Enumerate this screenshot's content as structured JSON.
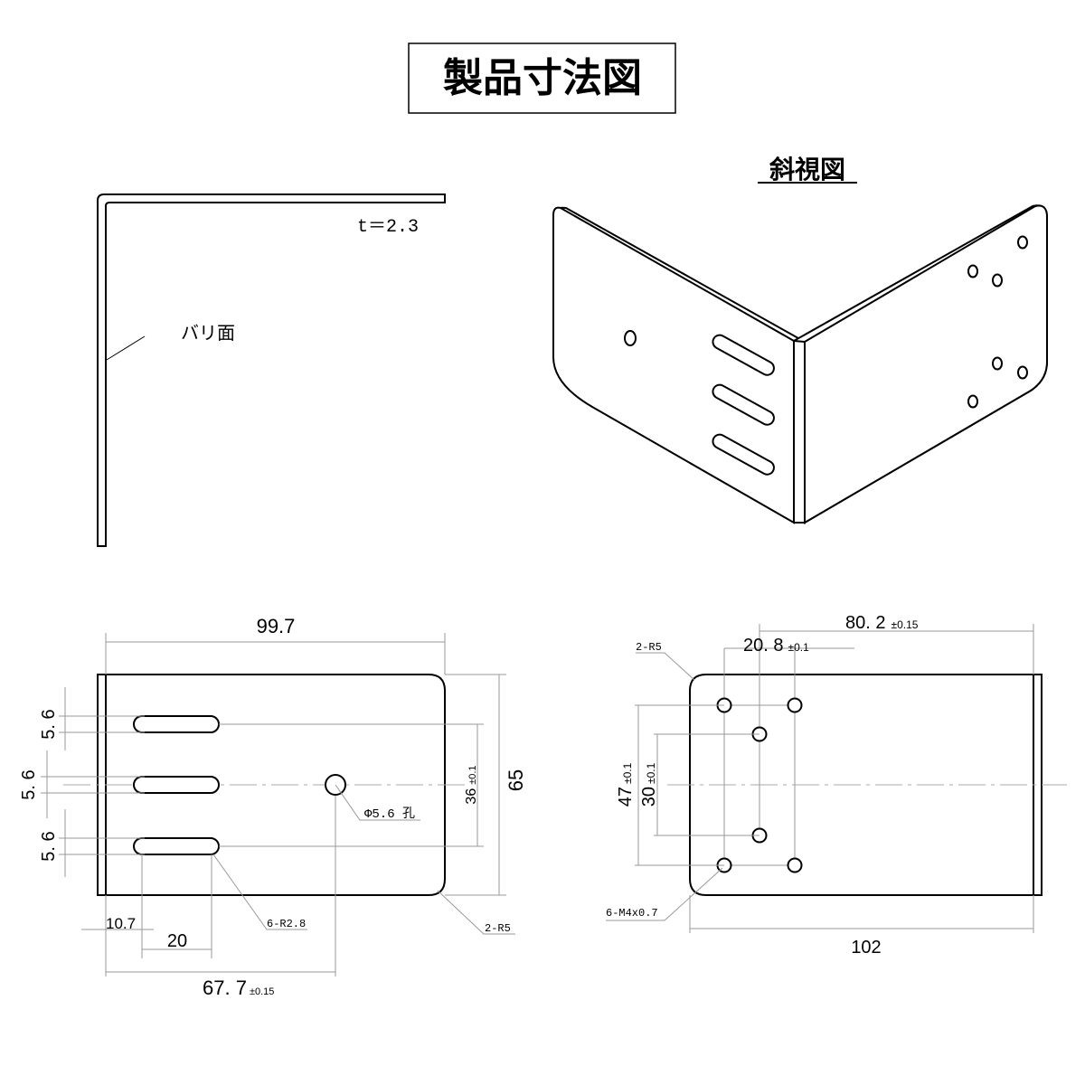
{
  "title": "製品寸法図",
  "perspective_label": "斜視図",
  "side_view": {
    "thickness": "t＝2.3",
    "burr_side": "バリ面"
  },
  "front_view": {
    "width": "99.7",
    "height": "65",
    "slot_pitch": "36",
    "slot_pitch_tol": "±0.1",
    "slot_width_labels": [
      "5. 6",
      "5. 6",
      "5. 6"
    ],
    "hole_label": "Φ5.6 孔",
    "slot_radius": "6-R2.8",
    "corner_radius": "2-R5",
    "slot_offset": "10.7",
    "slot_length": "20",
    "hole_offset": "67. 7",
    "hole_offset_tol": "±0.15"
  },
  "side_plate_view": {
    "hole_span": "80. 2",
    "hole_span_tol": "±0.15",
    "hole_pitch": "20. 8",
    "hole_pitch_tol": "±0.1",
    "outer_pitch": "47",
    "outer_pitch_tol": "±0.1",
    "inner_pitch": "30",
    "inner_pitch_tol": "±0.1",
    "corner_radius": "2-R5",
    "thread": "6-M4x0.7",
    "length": "102"
  }
}
